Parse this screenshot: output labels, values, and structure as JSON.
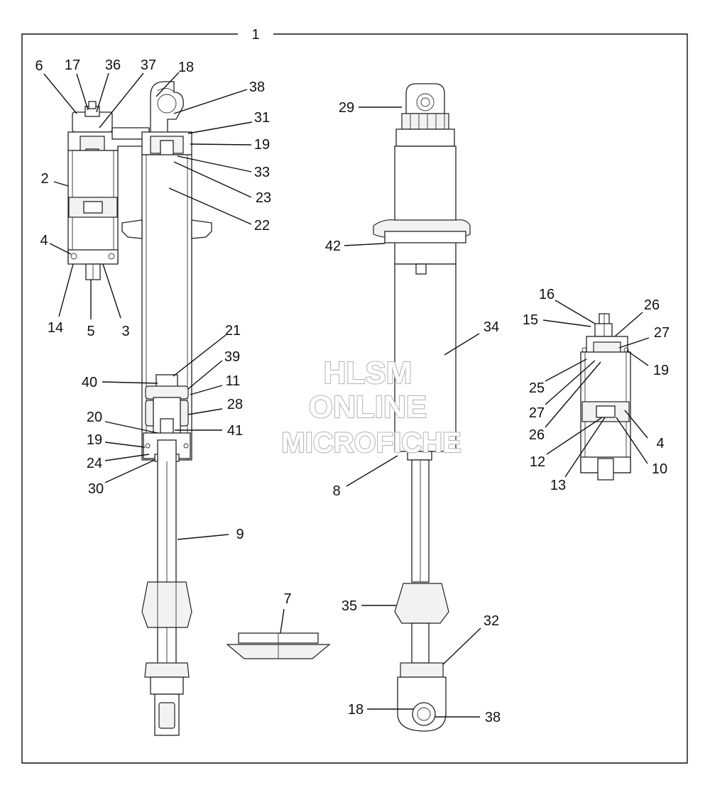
{
  "assembly_label": "1",
  "watermark": {
    "line1": "HLSM",
    "line2": "ONLINE",
    "line3": "MICROFICHE"
  },
  "callouts": {
    "c2": "2",
    "c3": "3",
    "c4": "4",
    "c4b": "4",
    "c5": "5",
    "c6": "6",
    "c7": "7",
    "c8": "8",
    "c9": "9",
    "c10": "10",
    "c11": "11",
    "c12": "12",
    "c13": "13",
    "c14": "14",
    "c15": "15",
    "c16": "16",
    "c17": "17",
    "c18": "18",
    "c18b": "18",
    "c19": "19",
    "c19b": "19",
    "c19c": "19",
    "c20": "20",
    "c21": "21",
    "c22": "22",
    "c23": "23",
    "c24": "24",
    "c25": "25",
    "c26": "26",
    "c26b": "26",
    "c27": "27",
    "c27b": "27",
    "c28": "28",
    "c29": "29",
    "c30": "30",
    "c31": "31",
    "c32": "32",
    "c33": "33",
    "c34": "34",
    "c35": "35",
    "c36": "36",
    "c37": "37",
    "c38": "38",
    "c38b": "38",
    "c39": "39",
    "c40": "40",
    "c41": "41",
    "c42": "42"
  }
}
